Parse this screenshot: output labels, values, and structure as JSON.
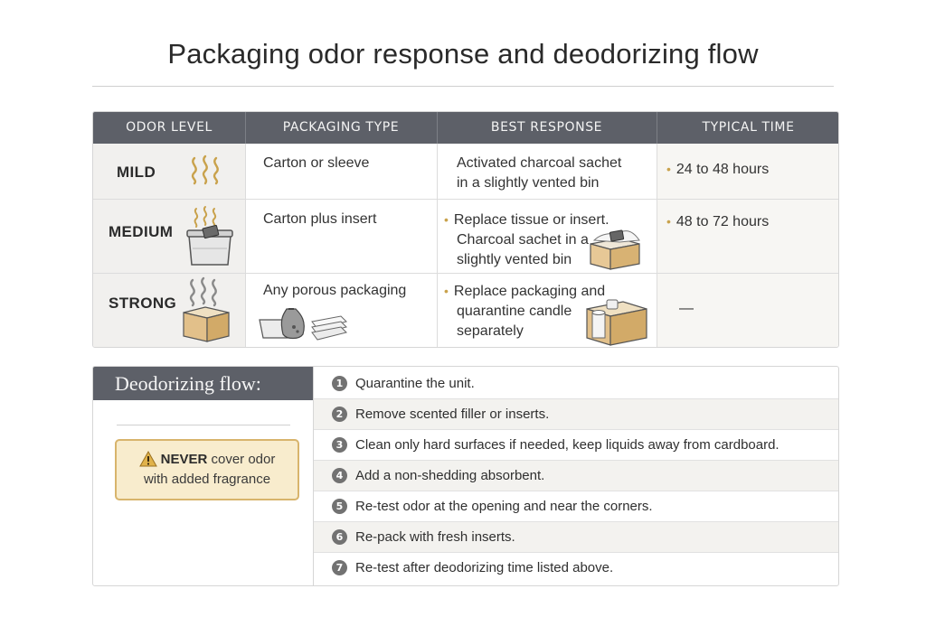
{
  "title": "Packaging odor response and deodorizing flow",
  "table": {
    "headers": [
      "ODOR LEVEL",
      "PACKAGING TYPE",
      "BEST RESPONSE",
      "TYPICAL TIME"
    ],
    "rows": [
      {
        "level": "MILD",
        "packaging": "Carton or sleeve",
        "response": [
          "Activated charcoal sachet",
          "in a slightly vented bin"
        ],
        "time": "24 to 48 hours"
      },
      {
        "level": "MEDIUM",
        "packaging": "Carton plus insert",
        "response": [
          "Replace tissue or insert.",
          "Charcoal sachet in a",
          "slightly vented bin"
        ],
        "time": "48 to 72 hours"
      },
      {
        "level": "STRONG",
        "packaging": "Any porous packaging",
        "response": [
          "Replace packaging and",
          "quarantine candle",
          "separately"
        ],
        "time": "—"
      }
    ],
    "icons": [
      "odor-waves-icon",
      "vented-bin-icon",
      "cardboard-box-icon",
      "charcoal-bag-icon",
      "tissue-stack-icon"
    ]
  },
  "flow": {
    "heading": "Deodorizing flow:",
    "warning": {
      "strong": "NEVER",
      "line1": "cover odor",
      "line2": "with added fragrance"
    },
    "steps": [
      {
        "num": "1",
        "text": "Quarantine the unit."
      },
      {
        "num": "2",
        "text": "Remove scented filler or inserts."
      },
      {
        "num": "3",
        "text": "Clean only hard surfaces if needed, keep liquids away from cardboard."
      },
      {
        "num": "4",
        "text": "Add a non-shedding absorbent."
      },
      {
        "num": "5",
        "text": "Re-test odor at the opening and near the corners."
      },
      {
        "num": "6",
        "text": "Re-pack with fresh inserts."
      },
      {
        "num": "7",
        "text": "Re-test after deodorizing time listed above."
      }
    ]
  },
  "colors": {
    "header": "#5d6068",
    "accent_gold": "#c9a24c",
    "warning_fill": "#f8eccd",
    "warning_border": "#d8b46c"
  }
}
